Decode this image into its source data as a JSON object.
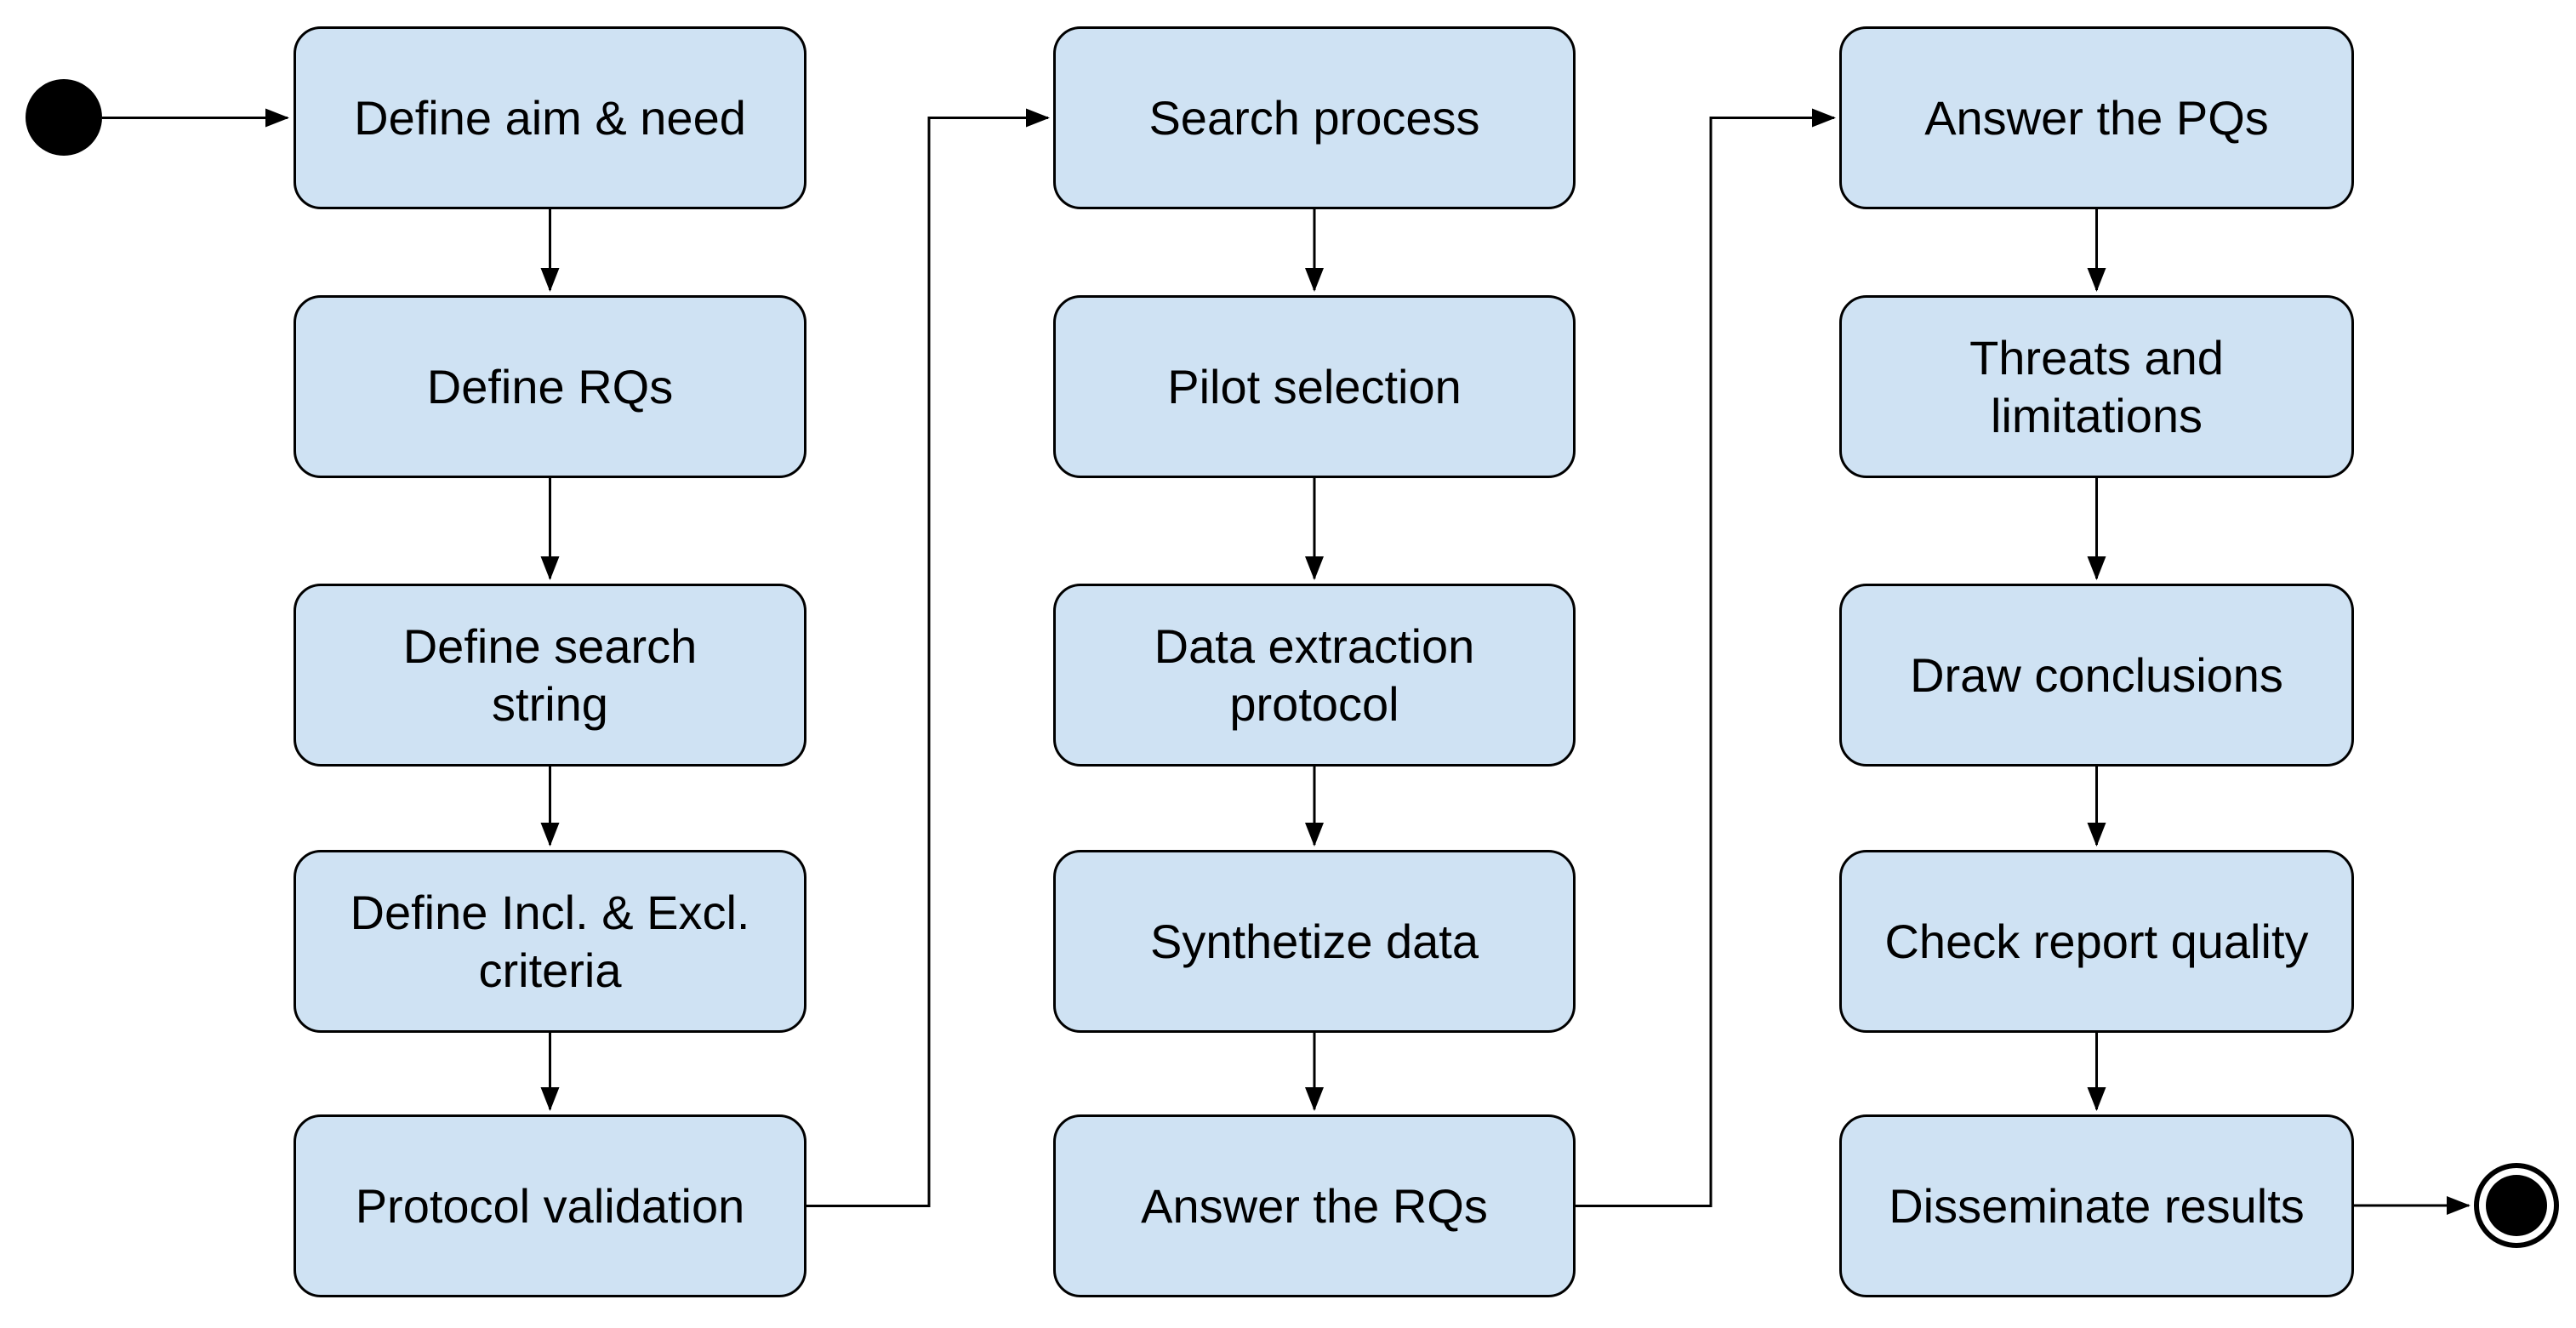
{
  "diagram": {
    "type": "uml-activity-flowchart",
    "colors": {
      "background": "#ffffff",
      "node_fill": "#cfe2f3",
      "node_stroke": "#000000",
      "connector": "#000000",
      "text": "#000000"
    },
    "markers": {
      "start": "initial-state-filled-circle",
      "end": "final-state-double-circle"
    },
    "columns": [
      {
        "nodes": [
          {
            "id": "define-aim-need",
            "label": "Define aim & need"
          },
          {
            "id": "define-rqs",
            "label": "Define RQs"
          },
          {
            "id": "define-search-string",
            "label": "Define search\nstring"
          },
          {
            "id": "define-incl-excl-criteria",
            "label": "Define Incl. & Excl.\ncriteria"
          },
          {
            "id": "protocol-validation",
            "label": "Protocol validation"
          }
        ]
      },
      {
        "nodes": [
          {
            "id": "search-process",
            "label": "Search process"
          },
          {
            "id": "pilot-selection",
            "label": "Pilot selection"
          },
          {
            "id": "data-extraction-protocol",
            "label": "Data extraction\nprotocol"
          },
          {
            "id": "synthetize-data",
            "label": "Synthetize data"
          },
          {
            "id": "answer-the-rqs",
            "label": "Answer the RQs"
          }
        ]
      },
      {
        "nodes": [
          {
            "id": "answer-the-pqs",
            "label": "Answer the PQs"
          },
          {
            "id": "threats-and-limitations",
            "label": "Threats and\nlimitations"
          },
          {
            "id": "draw-conclusions",
            "label": "Draw conclusions"
          },
          {
            "id": "check-report-quality",
            "label": "Check report quality"
          },
          {
            "id": "disseminate-results",
            "label": "Disseminate results"
          }
        ]
      }
    ],
    "edges": [
      {
        "from": "start",
        "to": "define-aim-need"
      },
      {
        "from": "define-aim-need",
        "to": "define-rqs"
      },
      {
        "from": "define-rqs",
        "to": "define-search-string"
      },
      {
        "from": "define-search-string",
        "to": "define-incl-excl-criteria"
      },
      {
        "from": "define-incl-excl-criteria",
        "to": "protocol-validation"
      },
      {
        "from": "protocol-validation",
        "to": "search-process"
      },
      {
        "from": "search-process",
        "to": "pilot-selection"
      },
      {
        "from": "pilot-selection",
        "to": "data-extraction-protocol"
      },
      {
        "from": "data-extraction-protocol",
        "to": "synthetize-data"
      },
      {
        "from": "synthetize-data",
        "to": "answer-the-rqs"
      },
      {
        "from": "answer-the-rqs",
        "to": "answer-the-pqs"
      },
      {
        "from": "answer-the-pqs",
        "to": "threats-and-limitations"
      },
      {
        "from": "threats-and-limitations",
        "to": "draw-conclusions"
      },
      {
        "from": "draw-conclusions",
        "to": "check-report-quality"
      },
      {
        "from": "check-report-quality",
        "to": "disseminate-results"
      },
      {
        "from": "disseminate-results",
        "to": "end"
      }
    ]
  }
}
